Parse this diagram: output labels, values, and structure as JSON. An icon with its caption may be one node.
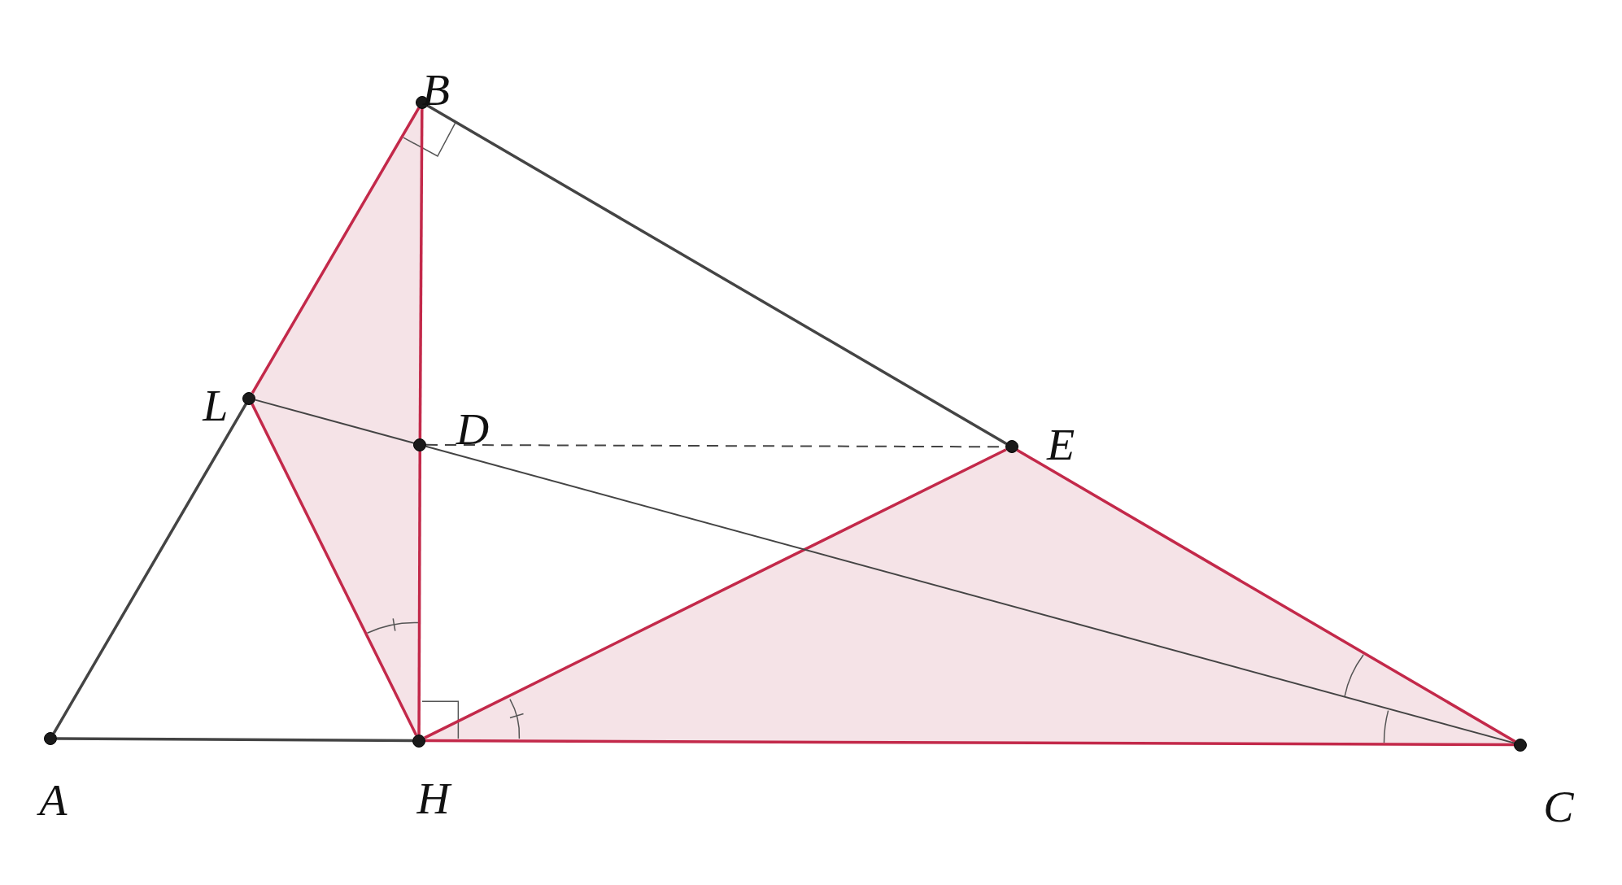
{
  "diagram": {
    "nodes": [
      {
        "text": [
          "B"
        ]
      },
      {
        "text": [
          "L"
        ]
      },
      {
        "text": [
          "D"
        ]
      },
      {
        "text": [
          "E"
        ]
      },
      {
        "text": [
          "A"
        ]
      },
      {
        "text": [
          "H"
        ]
      },
      {
        "text": [
          "C"
        ]
      }
    ],
    "edges": [
      {
        "from": 4,
        "to": 1,
        "arrow": "none",
        "color": "#444444"
      },
      {
        "from": 1,
        "to": 0,
        "arrow": "none"
      },
      {
        "from": 0,
        "to": 2,
        "arrow": "none"
      },
      {
        "from": 2,
        "to": 5,
        "arrow": "none"
      },
      {
        "from": 0,
        "to": 3,
        "arrow": "none",
        "color": "#444444"
      },
      {
        "from": 3,
        "to": 6,
        "arrow": "none"
      },
      {
        "from": 4,
        "to": 5,
        "arrow": "none",
        "color": "#444444"
      },
      {
        "from": 5,
        "to": 6,
        "arrow": "none"
      },
      {
        "from": 1,
        "to": 5,
        "arrow": "none"
      },
      {
        "from": 5,
        "to": 3,
        "arrow": "none"
      },
      {
        "from": 1,
        "to": 2,
        "arrow": "none",
        "color": "#444444"
      },
      {
        "from": 2,
        "to": 6,
        "arrow": "none",
        "color": "#444444"
      },
      {
        "from": 2,
        "to": 3,
        "arrow": "none",
        "style": "dashed",
        "color": "#444444"
      }
    ]
  }
}
